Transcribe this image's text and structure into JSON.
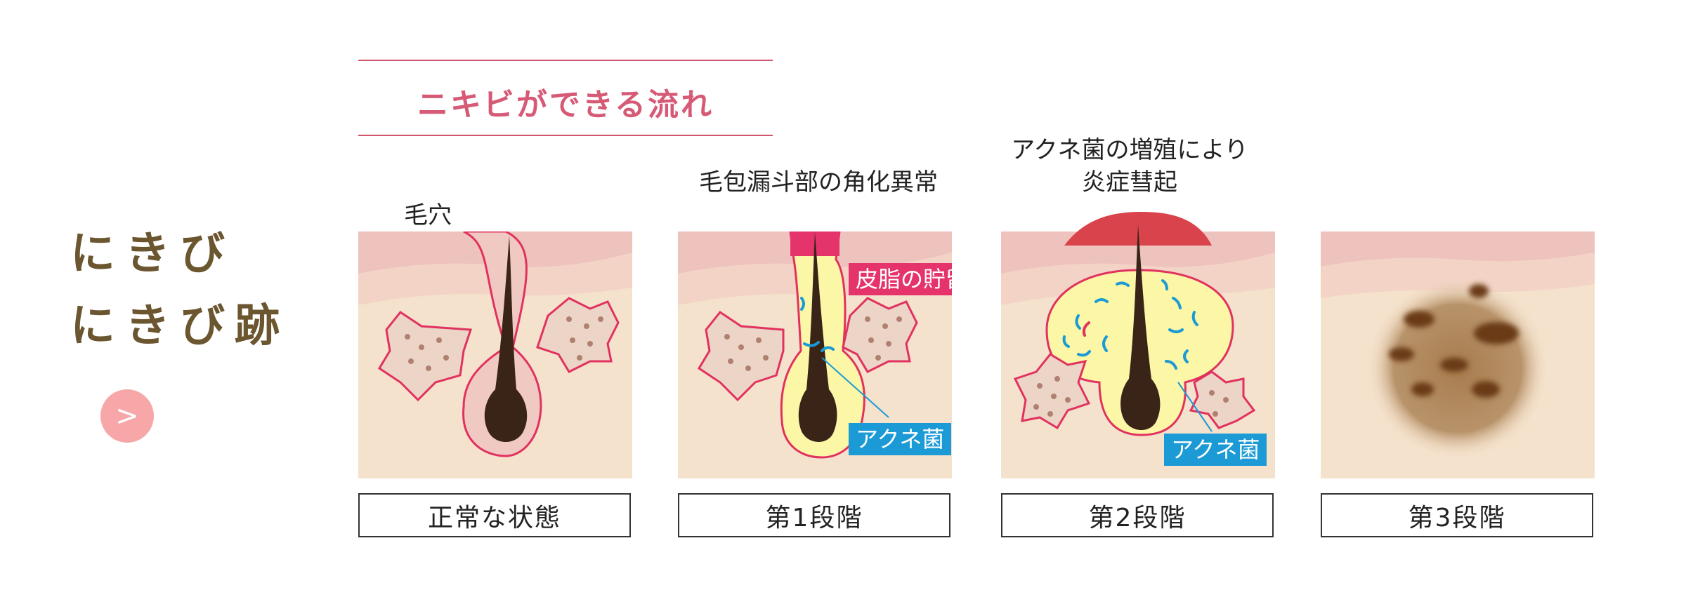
{
  "side": {
    "line1": "にきび",
    "line2": "にきび跡",
    "next_label": ">"
  },
  "header": {
    "title": "ニキビができる流れ"
  },
  "captions": {
    "pore": "毛穴",
    "stage1": "毛包漏斗部の角化異常",
    "stage2_line1": "アクネ菌の増殖により",
    "stage2_line2": "炎症彗起"
  },
  "labels": {
    "sebum": "皮脂の貯留",
    "bacteria1": "アクネ菌",
    "bacteria2": "アクネ菌"
  },
  "stages": [
    "正常な状態",
    "第1段階",
    "第2段階",
    "第3段階"
  ],
  "colors": {
    "skin": "#f5e2cc",
    "epidermis": "#f2c2c2",
    "hair": "#3a2418",
    "sebum": "#fbf7a6",
    "inflammation": "#d9434b",
    "sebum_label": "#e5336b",
    "bacteria_label": "#1b9ad6",
    "title_brown": "#6b5630",
    "header_pink": "#d65a76"
  }
}
